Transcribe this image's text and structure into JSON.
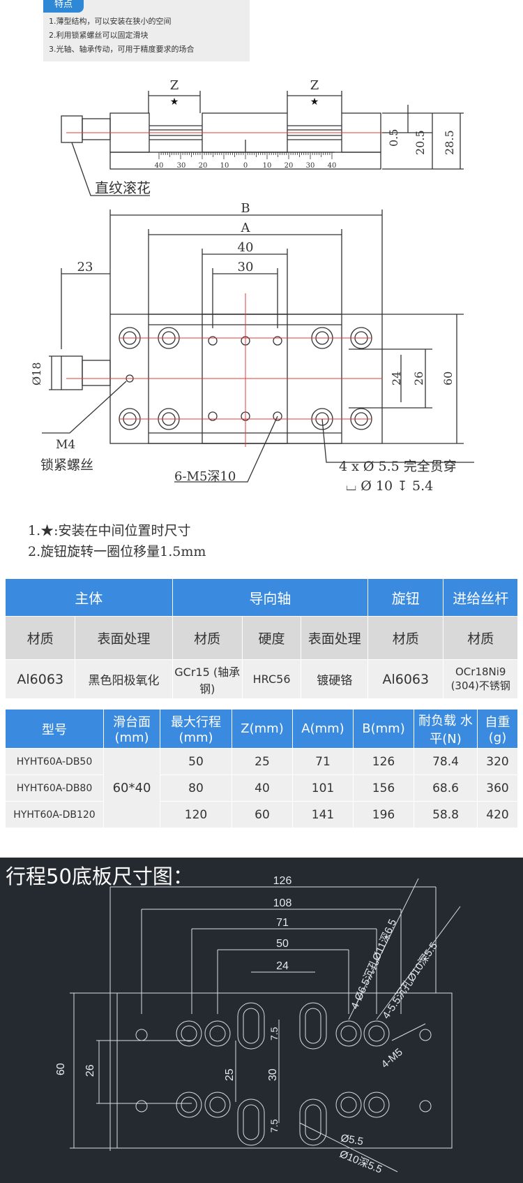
{
  "features": {
    "tag": "特点",
    "lines": [
      "1.薄型结构，可以安装在狭小的空间",
      "2.利用锁紧螺丝可以固定滑块",
      "3.光轴、轴承传动，可用于精度要求的场合"
    ]
  },
  "drawing_top": {
    "z_label": "Z",
    "star": "★",
    "dim_05": "0.5",
    "dim_205": "20.5",
    "dim_285": "28.5",
    "scale_ticks": [
      "40",
      "30",
      "20",
      "10",
      "0",
      "10",
      "20",
      "30",
      "40"
    ],
    "knurl_label": "直纹滚花"
  },
  "drawing_plan": {
    "b_label": "B",
    "a_label": "A",
    "dim_40": "40",
    "dim_30": "30",
    "dim_23": "23",
    "dim_18": "Ø18",
    "dim_24": "24",
    "dim_26": "26",
    "dim_60": "60",
    "m4_label": "M4",
    "lock_label": "锁紧螺丝",
    "m5_label": "6-M5深10",
    "holes_label": "4 x Ø 5.5 完全贯穿",
    "cbore_label": "⌴ Ø 10 ↧ 5.4"
  },
  "notes": [
    "1.★:安装在中间位置时尺寸",
    "2.旋钮旋转一圈位移量1.5mm"
  ],
  "material_table": {
    "groups": [
      "主体",
      "导向轴",
      "旋钮",
      "进给丝杆"
    ],
    "sub": [
      "材质",
      "表面处理",
      "材质",
      "硬度",
      "表面处理",
      "材质",
      "材质"
    ],
    "values": [
      "Al6063",
      "黑色阳极氧化",
      "GCr15 (轴承钢)",
      "HRC56",
      "镀硬铬",
      "Al6063",
      "OCr18Ni9 (304)不锈钢"
    ]
  },
  "spec_table": {
    "headers": [
      "型号",
      "滑台面 (mm)",
      "最大行程 (mm)",
      "Z(mm)",
      "A(mm)",
      "B(mm)",
      "耐负载 水平(N)",
      "自重 (g)"
    ],
    "table_face": "60*40",
    "rows": [
      {
        "model": "HYHT60A-DB50",
        "stroke": "50",
        "z": "25",
        "a": "71",
        "b": "126",
        "load": "78.4",
        "weight": "320"
      },
      {
        "model": "HYHT60A-DB80",
        "stroke": "80",
        "z": "40",
        "a": "101",
        "b": "156",
        "load": "68.6",
        "weight": "360"
      },
      {
        "model": "HYHT60A-DB120",
        "stroke": "120",
        "z": "60",
        "a": "141",
        "b": "196",
        "load": "58.8",
        "weight": "420"
      }
    ]
  },
  "base_drawing": {
    "title": "行程50底板尺寸图：",
    "dims": [
      "126",
      "108",
      "71",
      "50",
      "24",
      "60",
      "26",
      "25",
      "30",
      "7.5",
      "7.5"
    ],
    "labels": [
      "4-Ø6.5沉孔Ø11深6.5",
      "4-5.5沉孔Ø10深5.5",
      "4-M5",
      "Ø5.5",
      "Ø10深5.5"
    ]
  }
}
